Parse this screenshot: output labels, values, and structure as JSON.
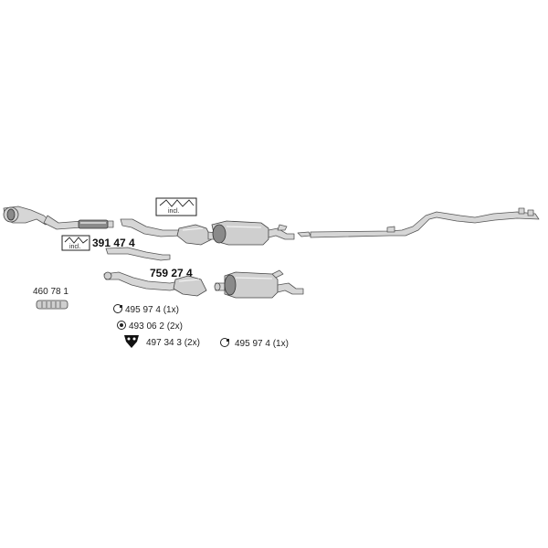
{
  "labels": {
    "part_391474": "391 47 4",
    "part_759274": "759 27 4",
    "part_460781": "460 78 1",
    "incl_top": "incl.",
    "incl_box": "incl."
  },
  "hardware": [
    {
      "icon": "clamp-ring-icon",
      "text": "495 97 4 (1x)"
    },
    {
      "icon": "gasket-icon",
      "text": "493 06 2 (2x)"
    },
    {
      "icon": "rubber-hanger-icon",
      "text": "497 34 3  (2x)"
    },
    {
      "icon": "clamp-ring-icon",
      "text": "495 97 4  (1x)"
    }
  ],
  "colors": {
    "pipe": "#d6d6d6",
    "outline": "#555555",
    "dark": "#8a8a8a"
  }
}
